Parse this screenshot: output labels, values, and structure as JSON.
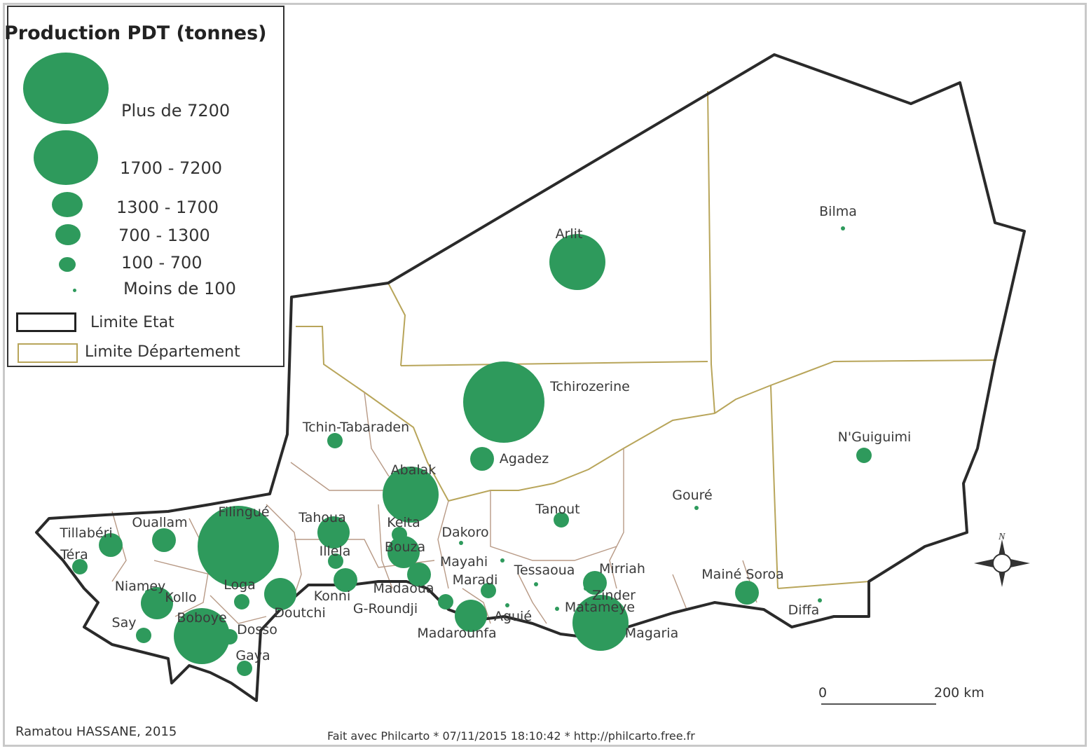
{
  "legend": {
    "title": "Production PDT (tonnes)",
    "classes": [
      {
        "label": "Plus de 7200"
      },
      {
        "label": "1700 - 7200"
      },
      {
        "label": "1300 - 1700"
      },
      {
        "label": "700 - 1300"
      },
      {
        "label": "100 - 700"
      },
      {
        "label": "Moins de 100"
      }
    ],
    "state_limit": "Limite Etat",
    "dept_limit": "Limite Département"
  },
  "colors": {
    "circle": "#2e9a5c",
    "state_border": "#2a2a2a",
    "dept_border": "#b8a55a",
    "subdept_border": "#b89a86"
  },
  "places": [
    {
      "name": "Arlit",
      "class": 1
    },
    {
      "name": "Bilma",
      "class": 5
    },
    {
      "name": "Tchirozerine",
      "class": 0
    },
    {
      "name": "Tchin-Tabaraden",
      "class": 4
    },
    {
      "name": "Agadez",
      "class": 3
    },
    {
      "name": "N'Guiguimi",
      "class": 4
    },
    {
      "name": "Abalak",
      "class": 1
    },
    {
      "name": "Gouré",
      "class": 5
    },
    {
      "name": "Tanout",
      "class": 4
    },
    {
      "name": "Filingué",
      "class": 0
    },
    {
      "name": "Ouallam",
      "class": 3
    },
    {
      "name": "Tillabéri",
      "class": 3
    },
    {
      "name": "Téra",
      "class": 4
    },
    {
      "name": "Tahoua",
      "class": 2
    },
    {
      "name": "Keita",
      "class": 4
    },
    {
      "name": "Dakoro",
      "class": 5
    },
    {
      "name": "Illela",
      "class": 4
    },
    {
      "name": "Bouza",
      "class": 2
    },
    {
      "name": "Mayahi",
      "class": 5
    },
    {
      "name": "Tessaoua",
      "class": 5
    },
    {
      "name": "Mirriah",
      "class": 3
    },
    {
      "name": "Mainé Soroa",
      "class": 3
    },
    {
      "name": "Niamey",
      "class": 5
    },
    {
      "name": "Kollo",
      "class": 2
    },
    {
      "name": "Loga",
      "class": 4
    },
    {
      "name": "Konni",
      "class": 3
    },
    {
      "name": "Madaoua",
      "class": 3
    },
    {
      "name": "Maradi",
      "class": 4
    },
    {
      "name": "Zinder",
      "class": 5
    },
    {
      "name": "Say",
      "class": 4
    },
    {
      "name": "Boboye",
      "class": 1
    },
    {
      "name": "Doutchi",
      "class": 2
    },
    {
      "name": "G-Roundji",
      "class": 4
    },
    {
      "name": "Aguié",
      "class": 5
    },
    {
      "name": "Matameye",
      "class": 5
    },
    {
      "name": "Diffa",
      "class": 5
    },
    {
      "name": "Dosso",
      "class": 4
    },
    {
      "name": "Madarounfa",
      "class": 2
    },
    {
      "name": "Magaria",
      "class": 1
    },
    {
      "name": "Gaya",
      "class": 4
    }
  ],
  "compass": {
    "north": "N"
  },
  "scale": {
    "start": "0",
    "end": "200 km"
  },
  "footer": {
    "author": "Ramatou HASSANE, 2015",
    "credit": "Fait avec Philcarto * 07/11/2015 18:10:42 * http://philcarto.free.fr"
  }
}
